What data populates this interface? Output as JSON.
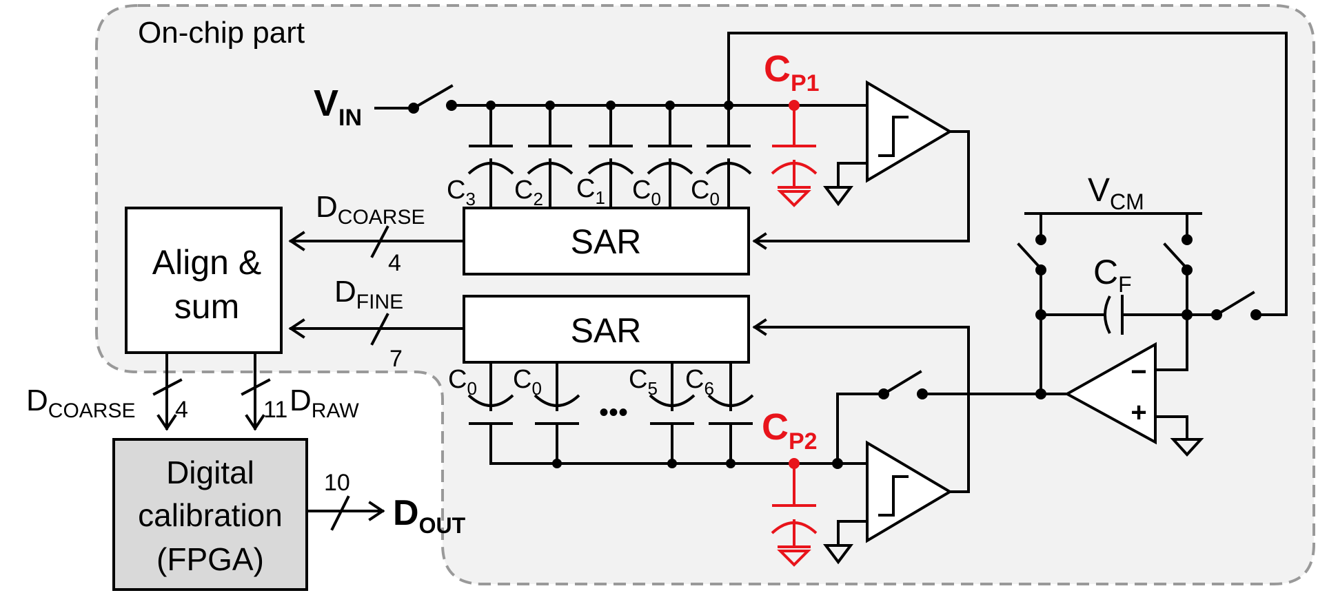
{
  "region_label": "On-chip part",
  "vin": {
    "main": "V",
    "sub": "IN"
  },
  "cp1": {
    "main": "C",
    "sub": "P1"
  },
  "cp2": {
    "main": "C",
    "sub": "P2"
  },
  "vcm": {
    "main": "V",
    "sub": "CM"
  },
  "cf": {
    "main": "C",
    "sub": "F"
  },
  "sar_top": "SAR",
  "sar_bottom": "SAR",
  "align_block": {
    "line1": "Align &",
    "line2": "sum"
  },
  "fpga_block": {
    "line1": "Digital",
    "line2": "calibration",
    "line3": "(FPGA)"
  },
  "top_caps": [
    {
      "main": "C",
      "sub": "3"
    },
    {
      "main": "C",
      "sub": "2"
    },
    {
      "main": "C",
      "sub": "1"
    },
    {
      "main": "C",
      "sub": "0"
    },
    {
      "main": "C",
      "sub": "0"
    }
  ],
  "bottom_caps": [
    {
      "main": "C",
      "sub": "0"
    },
    {
      "main": "C",
      "sub": "0"
    },
    {
      "main": "C",
      "sub": "5"
    },
    {
      "main": "C",
      "sub": "6"
    }
  ],
  "ellipsis": "•••",
  "d_coarse_top": {
    "main": "D",
    "sub": "COARSE",
    "width": "4"
  },
  "d_fine": {
    "main": "D",
    "sub": "FINE",
    "width": "7"
  },
  "d_coarse_bottom": {
    "main": "D",
    "sub": "COARSE",
    "width": "4"
  },
  "d_raw": {
    "main": "D",
    "sub": "RAW",
    "width": "11"
  },
  "d_out": {
    "main": "D",
    "sub": "OUT",
    "width": "10"
  },
  "opamp_minus": "−",
  "opamp_plus": "+",
  "colors": {
    "parasitic": "#e8141b",
    "region_fill": "#f2f2f2",
    "fpga_fill": "#d9d9d9",
    "border_dash": "#999999"
  }
}
